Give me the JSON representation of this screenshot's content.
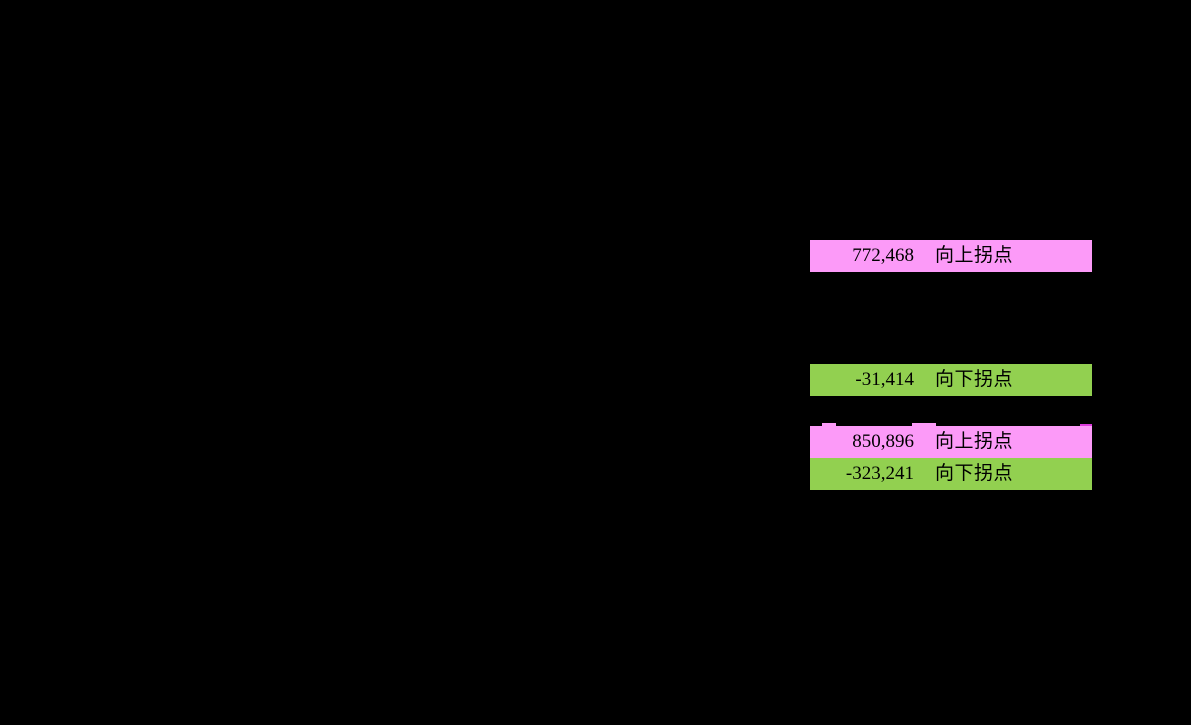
{
  "page": {
    "background": "#000000"
  },
  "colors": {
    "up_highlight": "#FC9AF8",
    "down_highlight": "#92D050",
    "text": "#000000",
    "artifact_magenta": "#DD3BDD"
  },
  "table": {
    "rows": [
      {
        "value": "772,468",
        "label": "向上拐点",
        "type": "up"
      },
      {
        "value": "-31,414",
        "label": "向下拐点",
        "type": "down"
      },
      {
        "value": "850,896",
        "label": "向上拐点",
        "type": "up"
      },
      {
        "value": "-323,241",
        "label": "向下拐点",
        "type": "down"
      }
    ]
  }
}
